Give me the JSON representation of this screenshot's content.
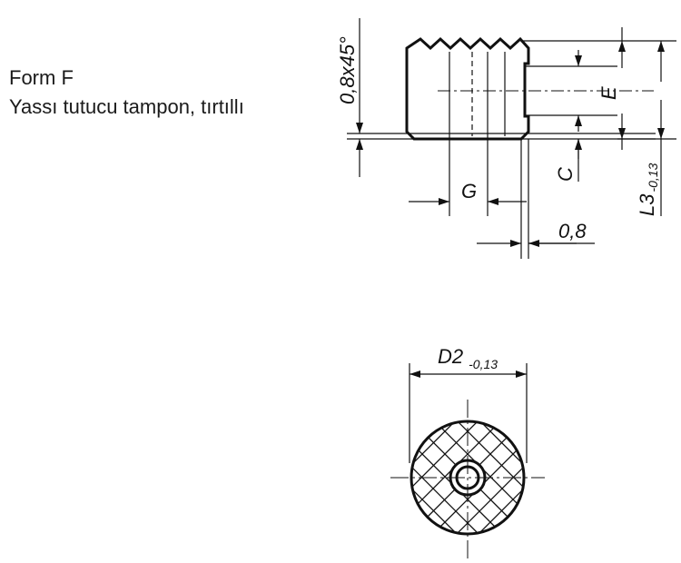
{
  "caption": {
    "form": "Form F",
    "description": "Yassı tutucu tampon, tırtıllı"
  },
  "dimensions": {
    "chamfer": "0,8x45°",
    "E": "E",
    "C": "C",
    "L3": "L3",
    "L3_tol": "-0,13",
    "G": "G",
    "offset": "0,8",
    "D2": "D2",
    "D2_tol": "-0,13"
  },
  "colors": {
    "line": "#111111",
    "text": "#1a1a1a"
  }
}
